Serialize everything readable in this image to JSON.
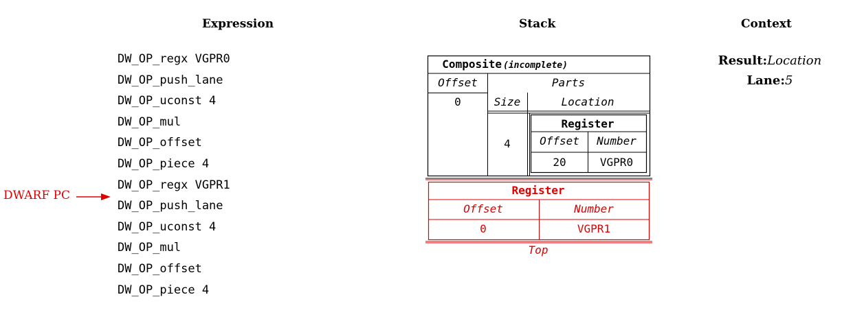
{
  "headers": {
    "expression": "Expression",
    "stack": "Stack",
    "context": "Context"
  },
  "expression": {
    "ops": [
      "DW_OP_regx VGPR0",
      "DW_OP_push_lane",
      "DW_OP_uconst 4",
      "DW_OP_mul",
      "DW_OP_offset",
      "DW_OP_piece 4",
      "DW_OP_regx VGPR1",
      "DW_OP_push_lane",
      "DW_OP_uconst 4",
      "DW_OP_mul",
      "DW_OP_offset",
      "DW_OP_piece 4"
    ],
    "pc_label": "DWARF PC",
    "pc_index": 7
  },
  "stack": {
    "composite": {
      "title": "Composite",
      "status": "(incomplete)",
      "offset_header": "Offset",
      "parts_header": "Parts",
      "offset_value": "0",
      "size_header": "Size",
      "location_header": "Location",
      "size_value": "4",
      "inner": {
        "title": "Register",
        "offset_header": "Offset",
        "number_header": "Number",
        "offset_value": "20",
        "number_value": "VGPR0"
      }
    },
    "top_entry": {
      "title": "Register",
      "offset_header": "Offset",
      "number_header": "Number",
      "offset_value": "0",
      "number_value": "VGPR1"
    },
    "top_label": "Top"
  },
  "context": {
    "result_label": "Result:",
    "result_value": "Location",
    "lane_label": "Lane:",
    "lane_value": "5"
  },
  "colors": {
    "highlight": "#e00000",
    "text": "#000000"
  }
}
